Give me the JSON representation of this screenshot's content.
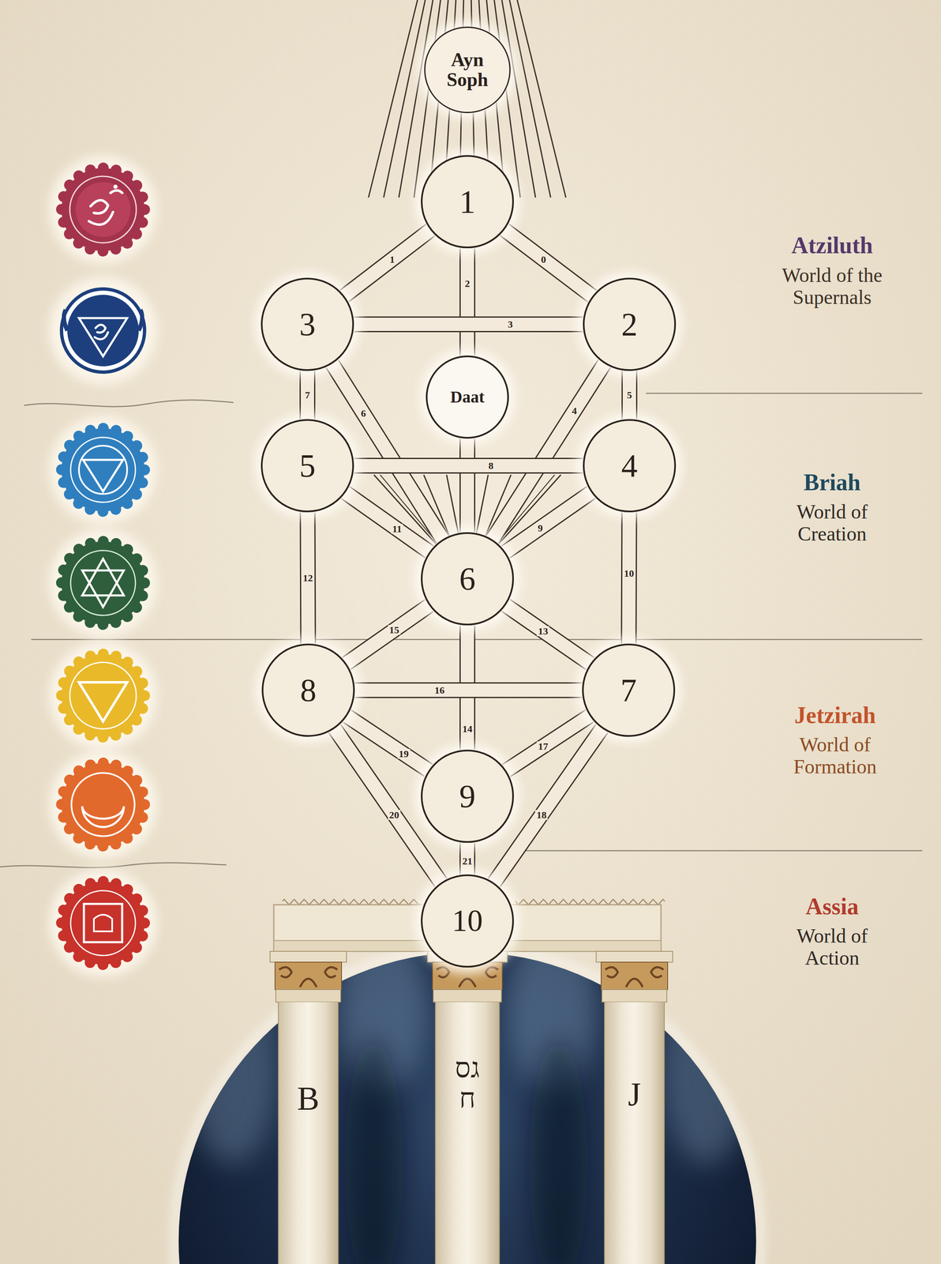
{
  "diagram": {
    "nodes": [
      {
        "text": [
          "Ayn Soph"
        ]
      },
      {
        "text": [
          "1"
        ]
      },
      {
        "text": [
          "3"
        ]
      },
      {
        "text": [
          "2"
        ]
      },
      {
        "text": [
          "Daat"
        ]
      },
      {
        "text": [
          "5"
        ]
      },
      {
        "text": [
          "4"
        ]
      },
      {
        "text": [
          "6"
        ]
      },
      {
        "text": [
          "8"
        ]
      },
      {
        "text": [
          "7"
        ]
      },
      {
        "text": [
          "9"
        ]
      },
      {
        "text": [
          "10"
        ]
      },
      {
        "text": [
          "B"
        ]
      },
      {
        "text": [
          "גסח"
        ]
      },
      {
        "text": [
          "J"
        ]
      }
    ],
    "edges": [
      {
        "from": 1,
        "to": 3,
        "arrow": "none",
        "label": "0"
      },
      {
        "from": 1,
        "to": 2,
        "arrow": "none",
        "label": "1"
      },
      {
        "from": 1,
        "to": 4,
        "arrow": "none",
        "label": "2"
      },
      {
        "from": 4,
        "to": 7,
        "arrow": "none"
      },
      {
        "from": 2,
        "to": 3,
        "arrow": "none",
        "label": "3"
      },
      {
        "from": 3,
        "to": 7,
        "arrow": "none",
        "label": "4"
      },
      {
        "from": 3,
        "to": 6,
        "arrow": "none",
        "label": "5"
      },
      {
        "from": 2,
        "to": 7,
        "arrow": "none",
        "label": "6"
      },
      {
        "from": 2,
        "to": 5,
        "arrow": "none",
        "label": "7"
      },
      {
        "from": 5,
        "to": 6,
        "arrow": "none",
        "label": "8"
      },
      {
        "from": 6,
        "to": 7,
        "arrow": "none",
        "label": "9"
      },
      {
        "from": 6,
        "to": 9,
        "arrow": "none",
        "label": "10"
      },
      {
        "from": 5,
        "to": 7,
        "arrow": "none",
        "label": "11"
      },
      {
        "from": 5,
        "to": 8,
        "arrow": "none",
        "label": "12"
      },
      {
        "from": 7,
        "to": 9,
        "arrow": "none",
        "label": "13"
      },
      {
        "from": 7,
        "to": 10,
        "arrow": "none",
        "label": "14"
      },
      {
        "from": 7,
        "to": 8,
        "arrow": "none",
        "label": "15"
      },
      {
        "from": 8,
        "to": 9,
        "arrow": "none",
        "label": "16"
      },
      {
        "from": 9,
        "to": 10,
        "arrow": "none",
        "label": "17"
      },
      {
        "from": 9,
        "to": 11,
        "arrow": "none",
        "label": "18"
      },
      {
        "from": 8,
        "to": 10,
        "arrow": "none",
        "label": "19"
      },
      {
        "from": 8,
        "to": 11,
        "arrow": "none",
        "label": "20"
      },
      {
        "from": 10,
        "to": 11,
        "arrow": "none",
        "label": "21"
      }
    ],
    "labels": [
      "Atziluth",
      "World of the Supernals",
      "Briah",
      "World of Creation",
      "Jetzirah",
      "World of Formation",
      "Assia",
      "World of Action"
    ]
  }
}
